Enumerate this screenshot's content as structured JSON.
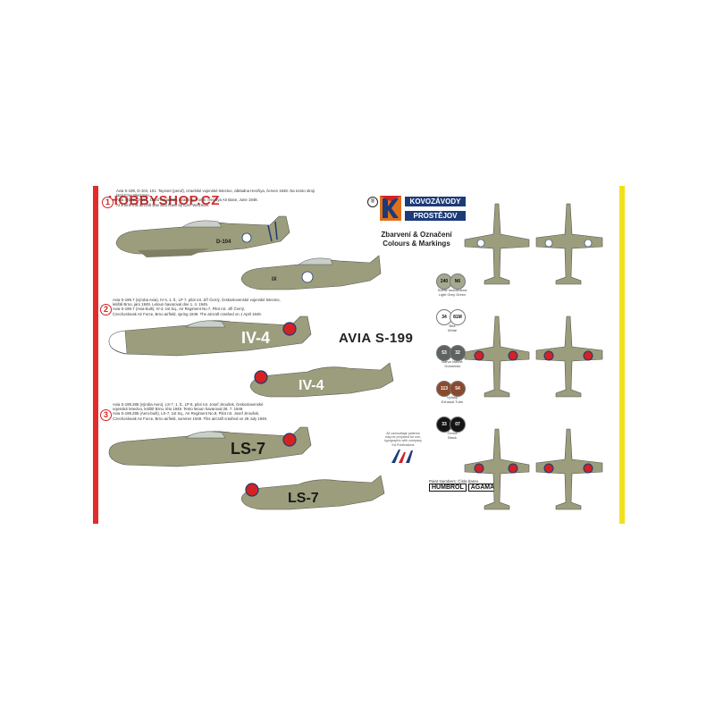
{
  "watermark": "HOBBYSHOP.CZ",
  "brand": {
    "line1": "KOVOZÁVODY",
    "line2": "PROSTĚJOV"
  },
  "colours_title": {
    "czech": "Zbarvení & Označení",
    "english": "Colours & Markings"
  },
  "model_title": "AVIA S-199",
  "schemes": [
    {
      "number": "1",
      "caption": [
        "Avia S-199, D-104, 101. Tayeset (peruť), izraelské vojenské letectvo, základna Herzliya, červen 1948. Na tomto stroji",
        "latal Ezer Weizman.",
        "Avia S-199, D-104, 101st Squadron, Israeli Air Force, Herzliya Air Base, June 1948.",
        "At a time this aircraft was also flown by Ezer Weizman."
      ],
      "code": "D-104"
    },
    {
      "number": "2",
      "caption": [
        "Avia S-199.7 (výroba Avia), IV-4, 1. lt., LP 7, pilot rot. Jiří Černý, československé vojenské letectvo,",
        "letiště Brno, jaro 1949. Letoun havaroval dne 1. 4. 1949.",
        "Avia S-199.7 (Avia-built), IV-4, 1st Sq., Air Regiment No.7, Pilot rot. Jiří Černý,",
        "Czechoslovak Air Force, Brno airfield, spring 1949. The aircraft crashed on 1 April 1949."
      ],
      "code": "IV-4"
    },
    {
      "number": "3",
      "caption": [
        "Avia S-199.285 (výroba Aero), LS-7, 1. lt., LP 8, pilot rot. Josef Jiroušek, československé",
        "vojenské letectvo, letiště Brno, léto 1949. Tento letoun havaroval 28. 7. 1949.",
        "Avia S-199.285 (Aero-built), LS-7, 1st Sq., Air Regiment No.8, Pilot rot. Josef Jiroušek,",
        "Czechoslovak Air Force, Brno airfield, summer 1949. This aircraft crashed on 28 July 1949."
      ],
      "code": "LS-7"
    }
  ],
  "swatches": [
    {
      "codes": [
        "240",
        "N6"
      ],
      "label": [
        "Světle šedozelená",
        "Light Grey Green"
      ],
      "colors": [
        "#a5a98f",
        "#a5a98f"
      ]
    },
    {
      "codes": [
        "34",
        "81M"
      ],
      "label": [
        "Bílá",
        "White"
      ],
      "colors": [
        "#ffffff",
        "#ffffff"
      ]
    },
    {
      "codes": [
        "53",
        "32"
      ],
      "label": [
        "Barva hlavně",
        "Gunmetal"
      ],
      "colors": [
        "#5f6263",
        "#5f6263"
      ]
    },
    {
      "codes": [
        "113",
        "54"
      ],
      "label": [
        "Výfuky",
        "Exhaust Tube"
      ],
      "colors": [
        "#8a4a2f",
        "#8a4a2f"
      ]
    },
    {
      "codes": [
        "33",
        "07"
      ],
      "label": [
        "Černá",
        "Black"
      ],
      "colors": [
        "#151515",
        "#151515"
      ]
    }
  ],
  "disclaimer": "All camouflage patterns may be prepared for non-typographic with company KA Publications",
  "paint_numbers": "Paint Numbers: Čísla barev",
  "brands": [
    "HUMBROL",
    "AGAMA"
  ],
  "colors": {
    "airframe": "#9c9d7c",
    "airframe_dark": "#7f8064",
    "red_accent": "#d32222",
    "yellow_accent": "#f2e11a",
    "brand_blue": "#1c3b78",
    "brand_orange": "#e0711b"
  }
}
